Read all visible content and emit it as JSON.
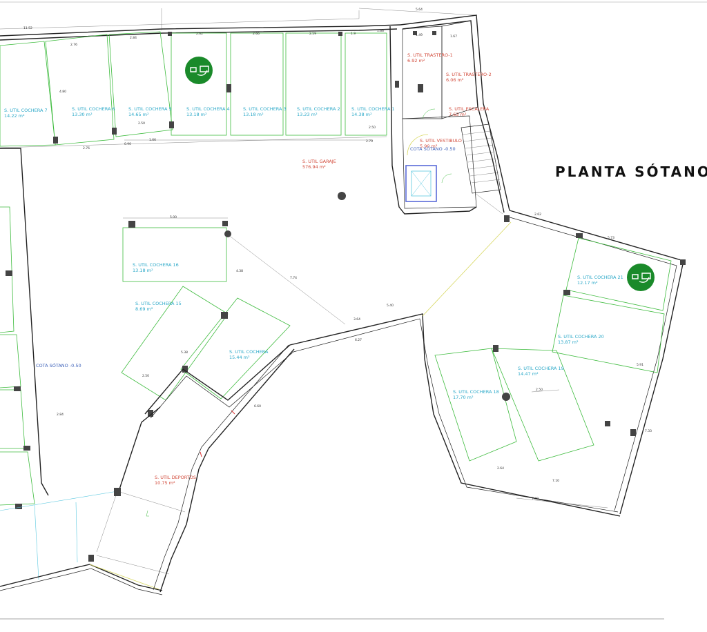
{
  "plan": {
    "title": "PLANTA SÓTANO",
    "charger_icon": "ev-charger-icon",
    "colors": {
      "wall": "#222222",
      "bay_line": "#3dbb3d",
      "parking_label": "#2aa8c8",
      "room_label": "#d24a3a",
      "charger_badge": "#1a8a2a"
    },
    "spaces": [
      {
        "name": "S. UTIL COCHERA 7",
        "area": "14.22 m²"
      },
      {
        "name": "S. UTIL COCHERA 6",
        "area": "13.30 m²"
      },
      {
        "name": "S. UTIL COCHERA 5",
        "area": "14.65 m²"
      },
      {
        "name": "S. UTIL COCHERA 4",
        "area": "13.18 m²"
      },
      {
        "name": "S. UTIL COCHERA 3",
        "area": "13.18 m²"
      },
      {
        "name": "S. UTIL COCHERA 2",
        "area": "13.23 m²"
      },
      {
        "name": "S. UTIL COCHERA 1",
        "area": "14.38 m²"
      },
      {
        "name": "S. UTIL TRASTERO-1",
        "area": "6.92 m²"
      },
      {
        "name": "S. UTIL TRASTERO-2",
        "area": "6.06 m²"
      },
      {
        "name": "S. UTIL ESCALERA",
        "area": "7.63 m²"
      },
      {
        "name": "S. UTIL VESTIBULO",
        "area": "5.90 m²"
      },
      {
        "name": "S. UTIL GARAJE",
        "area": "576.94 m²"
      },
      {
        "name": "S. UTIL COCHERA 16",
        "area": "13.18 m²"
      },
      {
        "name": "S. UTIL COCHERA 15",
        "area": "8.69 m²"
      },
      {
        "name": "S. UTIL COCHERA",
        "area": "15.44 m²"
      },
      {
        "name": "S. UTIL DEPORTOS",
        "area": "10.75 m²"
      },
      {
        "name": "S. UTIL COCHERA 21",
        "area": "12.17 m²"
      },
      {
        "name": "S. UTIL COCHERA 20",
        "area": "13.87 m²"
      },
      {
        "name": "S. UTIL COCHERA 19",
        "area": "14.47 m²"
      },
      {
        "name": "S. UTIL COCHERA 18",
        "area": "17.70 m²"
      }
    ],
    "dims": [
      "11.52",
      "2.76",
      "2.84",
      "2.62",
      "2.66",
      "2.59",
      "1.9",
      "1.66",
      "5.64",
      "1.49",
      "1.67",
      "4.80",
      "2.50",
      "2.76",
      "0.90",
      "1.66",
      "2.79",
      "2.50",
      "5.00",
      "2.62",
      "5.73",
      "5.40",
      "7.74",
      "6.27",
      "3.64",
      "6.60",
      "2.84",
      "7.40",
      "7.10",
      "2.64",
      "5.38",
      "2.50",
      "5.91",
      "2.50",
      "7.33",
      "4.38"
    ],
    "levels": [
      "COTA SÓTANO -0.50",
      "COTA SÓTANO -0.50"
    ]
  }
}
